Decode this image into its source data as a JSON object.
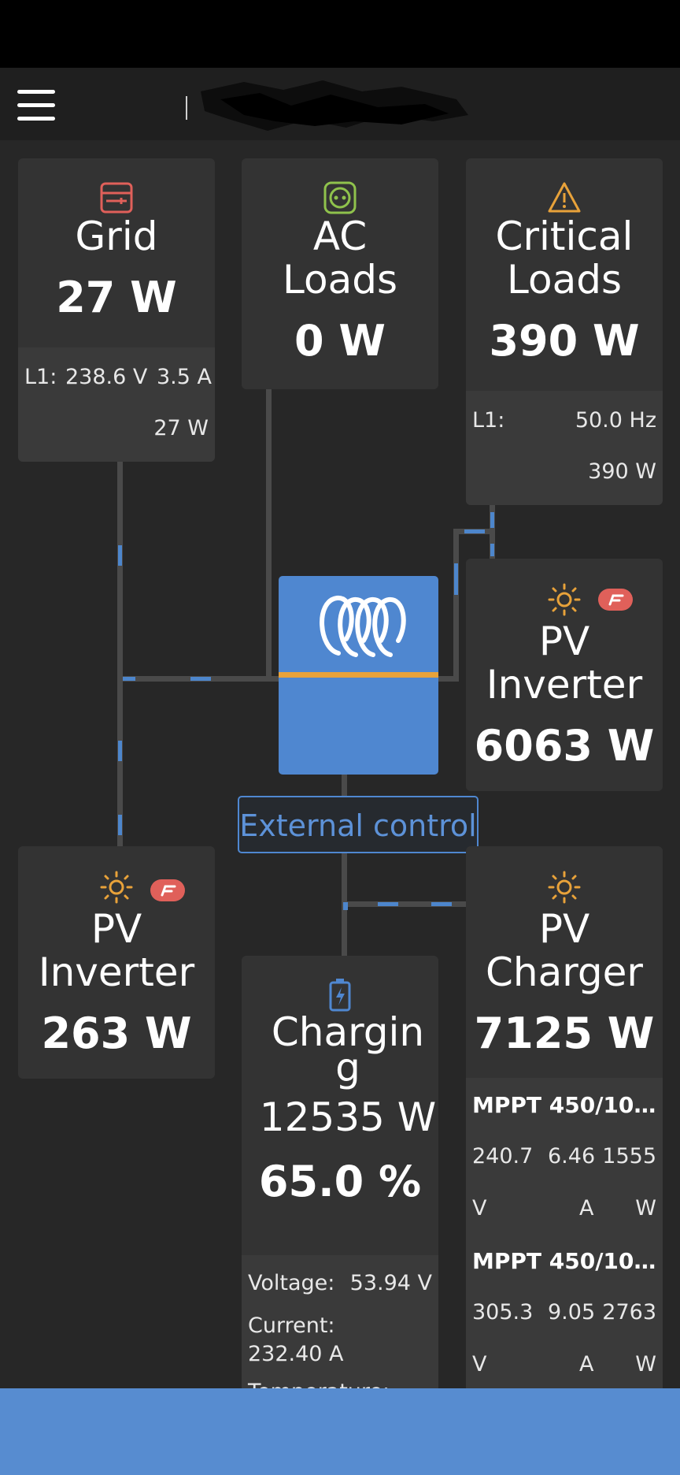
{
  "header": {
    "menu_icon": "hamburger-menu-icon"
  },
  "grid": {
    "title": "Grid",
    "power": "27 W",
    "l1_label": "L1:",
    "voltage": "238.6 V",
    "current": "3.5 A",
    "l1_power": "27 W",
    "icon": "grid-meter-icon",
    "icon_color": "#e0605a"
  },
  "ac_loads": {
    "title_line1": "AC",
    "title_line2": "Loads",
    "power": "0 W",
    "icon": "socket-icon",
    "icon_color": "#8fc24c"
  },
  "critical_loads": {
    "title_line1": "Critical",
    "title_line2": "Loads",
    "power": "390 W",
    "l1_label": "L1:",
    "frequency": "50.0 Hz",
    "l1_power": "390 W",
    "icon": "warning-icon",
    "icon_color": "#e8a23a"
  },
  "pv_inverter_right": {
    "title_line1": "PV",
    "title_line2": "Inverter",
    "power": "6063 W",
    "icon": "sun-icon",
    "badge_icon": "fronius-badge-icon"
  },
  "pv_inverter_left": {
    "title_line1": "PV",
    "title_line2": "Inverter",
    "power": "263 W",
    "icon": "sun-icon",
    "badge_icon": "fronius-badge-icon"
  },
  "external_control": {
    "label": "External control"
  },
  "battery": {
    "status_line1": "Chargin",
    "status_line2": "g",
    "power": "12535 W",
    "soc": "65.0 %",
    "voltage_label": "Voltage:",
    "voltage": "53.94 V",
    "current_label": "Current:",
    "current": "232.40 A",
    "temperature_label": "Temperature:",
    "icon": "battery-charging-icon"
  },
  "pv_charger": {
    "title_line1": "PV",
    "title_line2": "Charger",
    "power": "7125 W",
    "icon": "sun-icon",
    "units": [
      {
        "name": "MPPT 450/100...",
        "voltage": "240.7",
        "voltage_unit": "V",
        "current": "6.46",
        "current_unit": "A",
        "power": "1555",
        "power_unit": "W"
      },
      {
        "name": "MPPT 450/100...",
        "voltage": "305.3",
        "voltage_unit": "V",
        "current": "9.05",
        "current_unit": "A",
        "power": "2763",
        "power_unit": "W"
      }
    ]
  },
  "colors": {
    "accent": "#4f87d0",
    "panel": "#333333",
    "background": "#272727",
    "orange": "#e8a23a",
    "bottom_bar": "#578cd0"
  }
}
